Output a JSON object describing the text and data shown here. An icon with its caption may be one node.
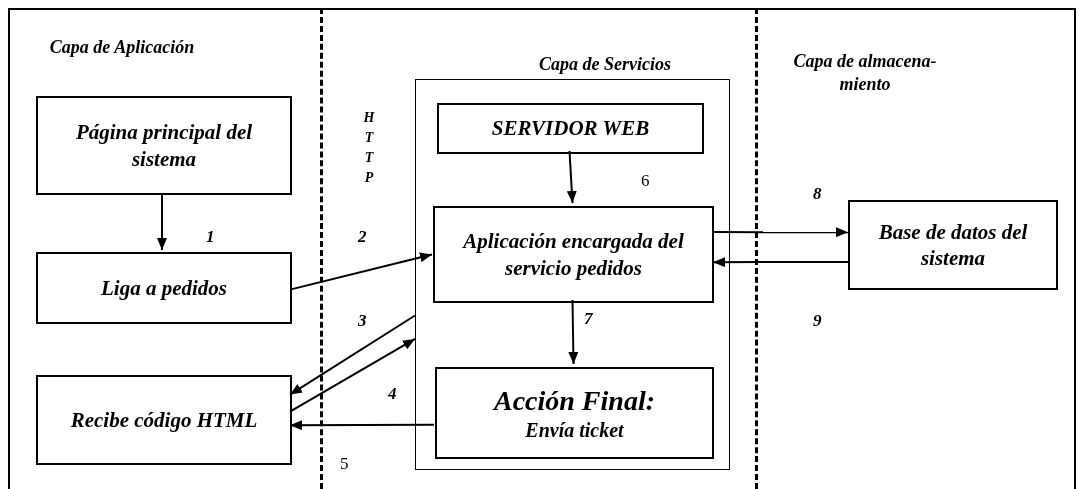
{
  "diagram": {
    "nodes": [
      {
        "text": [
          "Capa de Aplicación"
        ]
      },
      {
        "text": [
          "Página principal del sistema"
        ],
        "in": 0
      },
      {
        "text": [
          "Liga a pedidos"
        ],
        "in": 0
      },
      {
        "text": [
          "Recibe código HTML"
        ],
        "in": 0
      },
      {
        "text": [
          "Capa de Servicios"
        ]
      },
      {
        "text": [],
        "shape": "box",
        "in": 4
      },
      {
        "text": [
          "SERVIDOR WEB"
        ],
        "in": 5
      },
      {
        "text": [
          "Aplicación encargada del servicio pedidos"
        ],
        "in": 5
      },
      {
        "text": [
          "Acción Final:",
          "Envía ticket"
        ],
        "in": 5
      },
      {
        "text": [
          "Capa de almacena-miento"
        ]
      },
      {
        "text": [
          "Base de datos del sistema"
        ],
        "in": 9
      }
    ],
    "edges": [
      {
        "from": 1,
        "to": 2,
        "arrow": "to",
        "label": "1"
      },
      {
        "from": 2,
        "to": 7,
        "arrow": "to",
        "label": "2"
      },
      {
        "from": 5,
        "to": 3,
        "arrow": "to",
        "label": "3"
      },
      {
        "from": 3,
        "to": 5,
        "arrow": "to",
        "label": "4"
      },
      {
        "from": 8,
        "to": 3,
        "arrow": "to",
        "label": "5"
      },
      {
        "from": 6,
        "to": 7,
        "arrow": "to",
        "label": "6"
      },
      {
        "from": 7,
        "to": 8,
        "arrow": "to",
        "label": "7"
      },
      {
        "from": 7,
        "to": 10,
        "arrow": "to",
        "label": "8"
      },
      {
        "from": 10,
        "to": 7,
        "arrow": "to",
        "label": "9"
      }
    ],
    "labels": [
      "HTTP"
    ]
  }
}
